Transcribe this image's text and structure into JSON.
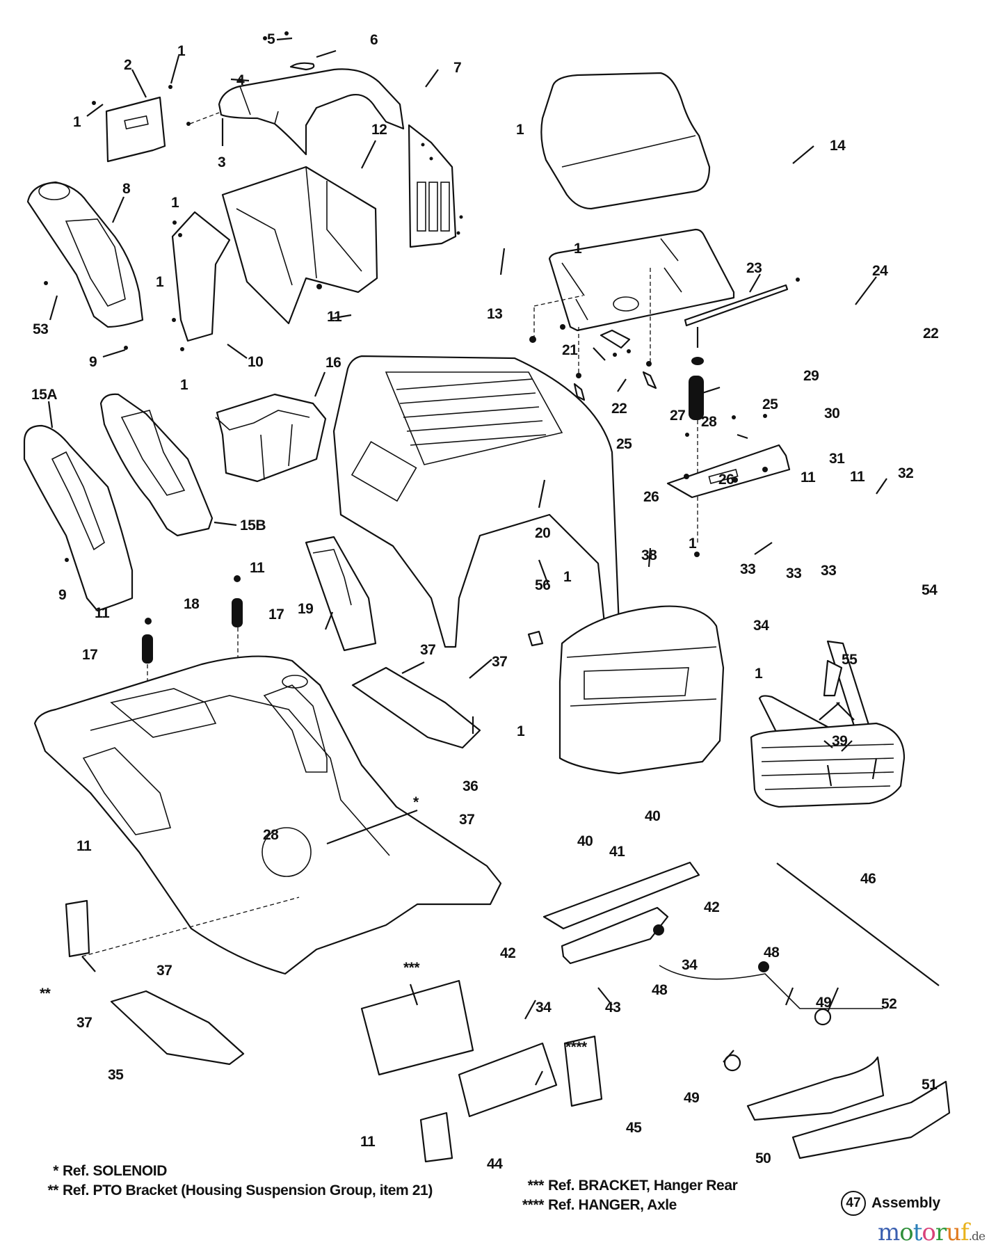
{
  "diagram": {
    "title": "Exploded parts diagram - tractor body, hood, seat and fenders",
    "callouts": [
      {
        "id": "c1a",
        "label": "1"
      },
      {
        "id": "c1b",
        "label": "1"
      },
      {
        "id": "c2",
        "label": "2"
      },
      {
        "id": "c3",
        "label": "3"
      },
      {
        "id": "c4",
        "label": "4"
      },
      {
        "id": "c5",
        "label": "5"
      },
      {
        "id": "c6",
        "label": "6"
      },
      {
        "id": "c7",
        "label": "7"
      },
      {
        "id": "c8",
        "label": "8"
      },
      {
        "id": "c1c",
        "label": "1"
      },
      {
        "id": "c1d",
        "label": "1"
      },
      {
        "id": "c53",
        "label": "53"
      },
      {
        "id": "c9a",
        "label": "9"
      },
      {
        "id": "c10",
        "label": "10"
      },
      {
        "id": "c1e",
        "label": "1"
      },
      {
        "id": "c12",
        "label": "12"
      },
      {
        "id": "c11a",
        "label": "11"
      },
      {
        "id": "c1f",
        "label": "1"
      },
      {
        "id": "c1g",
        "label": "1"
      },
      {
        "id": "c13",
        "label": "13"
      },
      {
        "id": "c14",
        "label": "14"
      },
      {
        "id": "c23",
        "label": "23"
      },
      {
        "id": "c24",
        "label": "24"
      },
      {
        "id": "c22a",
        "label": "22"
      },
      {
        "id": "c21",
        "label": "21"
      },
      {
        "id": "c22b",
        "label": "22"
      },
      {
        "id": "c27",
        "label": "27"
      },
      {
        "id": "c28a",
        "label": "28"
      },
      {
        "id": "c25a",
        "label": "25"
      },
      {
        "id": "c25b",
        "label": "25"
      },
      {
        "id": "c26a",
        "label": "26"
      },
      {
        "id": "c26b",
        "label": "26"
      },
      {
        "id": "c29",
        "label": "29"
      },
      {
        "id": "c30",
        "label": "30"
      },
      {
        "id": "c31",
        "label": "31"
      },
      {
        "id": "c11b",
        "label": "11"
      },
      {
        "id": "c11c",
        "label": "11"
      },
      {
        "id": "c32",
        "label": "32"
      },
      {
        "id": "c33a",
        "label": "33"
      },
      {
        "id": "c33b",
        "label": "33"
      },
      {
        "id": "c33c",
        "label": "33"
      },
      {
        "id": "c34a",
        "label": "34"
      },
      {
        "id": "c15a",
        "label": "15A"
      },
      {
        "id": "c15b",
        "label": "15B"
      },
      {
        "id": "c16",
        "label": "16"
      },
      {
        "id": "c9b",
        "label": "9"
      },
      {
        "id": "c20",
        "label": "20"
      },
      {
        "id": "c19",
        "label": "19"
      },
      {
        "id": "c11d",
        "label": "11"
      },
      {
        "id": "c17a",
        "label": "17"
      },
      {
        "id": "c11e",
        "label": "11"
      },
      {
        "id": "c17b",
        "label": "17"
      },
      {
        "id": "c18",
        "label": "18"
      },
      {
        "id": "c37a",
        "label": "37"
      },
      {
        "id": "c37b",
        "label": "37"
      },
      {
        "id": "c36",
        "label": "36"
      },
      {
        "id": "c56",
        "label": "56"
      },
      {
        "id": "c1h",
        "label": "1"
      },
      {
        "id": "c38",
        "label": "38"
      },
      {
        "id": "c1i",
        "label": "1"
      },
      {
        "id": "c1j",
        "label": "1"
      },
      {
        "id": "c1k",
        "label": "1"
      },
      {
        "id": "c55",
        "label": "55"
      },
      {
        "id": "c54",
        "label": "54"
      },
      {
        "id": "c39",
        "label": "39"
      },
      {
        "id": "c28b",
        "label": "28"
      },
      {
        "id": "c_star",
        "label": "*"
      },
      {
        "id": "c37c",
        "label": "37"
      },
      {
        "id": "c11f",
        "label": "11"
      },
      {
        "id": "c_2star",
        "label": "**"
      },
      {
        "id": "c40a",
        "label": "40"
      },
      {
        "id": "c40b",
        "label": "40"
      },
      {
        "id": "c41",
        "label": "41"
      },
      {
        "id": "c46",
        "label": "46"
      },
      {
        "id": "c42a",
        "label": "42"
      },
      {
        "id": "c42b",
        "label": "42"
      },
      {
        "id": "c34b",
        "label": "34"
      },
      {
        "id": "c34c",
        "label": "34"
      },
      {
        "id": "c43",
        "label": "43"
      },
      {
        "id": "c48a",
        "label": "48"
      },
      {
        "id": "c48b",
        "label": "48"
      },
      {
        "id": "c49a",
        "label": "49"
      },
      {
        "id": "c52",
        "label": "52"
      },
      {
        "id": "c49b",
        "label": "49"
      },
      {
        "id": "c51",
        "label": "51"
      },
      {
        "id": "c50",
        "label": "50"
      },
      {
        "id": "c37d",
        "label": "37"
      },
      {
        "id": "c37e",
        "label": "37"
      },
      {
        "id": "c35",
        "label": "35"
      },
      {
        "id": "c3star",
        "label": "***"
      },
      {
        "id": "c4star",
        "label": "****"
      },
      {
        "id": "c45",
        "label": "45"
      },
      {
        "id": "c11g",
        "label": "11"
      },
      {
        "id": "c44",
        "label": "44"
      }
    ]
  },
  "legend": {
    "items": [
      {
        "symbol": "*",
        "text": "Ref. SOLENOID"
      },
      {
        "symbol": "**",
        "text": "Ref. PTO Bracket (Housing Suspension Group, item 21)"
      },
      {
        "symbol": "***",
        "text": "Ref. BRACKET, Hanger Rear"
      },
      {
        "symbol": "****",
        "text": "Ref. HANGER, Axle"
      }
    ],
    "assembly": {
      "number": "47",
      "text": "Assembly"
    }
  },
  "watermark": {
    "letters": [
      {
        "ch": "m",
        "color": "#3a5fb0"
      },
      {
        "ch": "o",
        "color": "#2f8f3a"
      },
      {
        "ch": "t",
        "color": "#2a7fb8"
      },
      {
        "ch": "o",
        "color": "#d9427a"
      },
      {
        "ch": "r",
        "color": "#2f9a3c"
      },
      {
        "ch": "u",
        "color": "#e07a1f"
      },
      {
        "ch": "f",
        "color": "#e8b21c"
      }
    ],
    "tld": ".de"
  }
}
